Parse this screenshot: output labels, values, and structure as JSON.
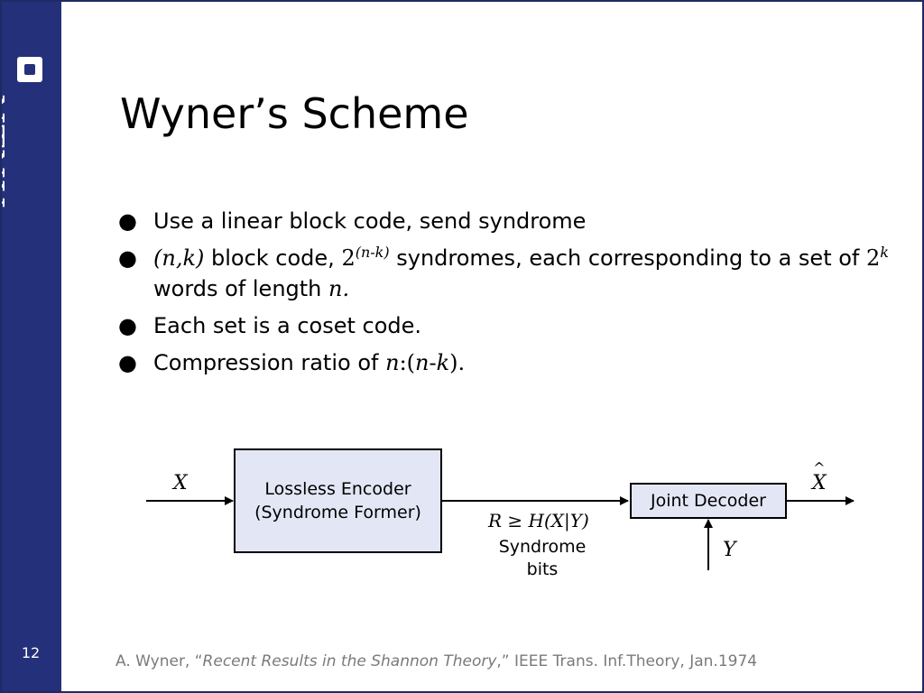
{
  "sidebar": {
    "logo_text": "NTNU",
    "page_number": "12"
  },
  "slide": {
    "title": "Wyner’s Scheme",
    "bullets": [
      {
        "text": "Use a linear block code, send syndrome"
      },
      {
        "parts": {
          "p1": "(n,k)",
          "p2": " block code, ",
          "p3": "2",
          "p4": "(n-k)",
          "p5": " syndromes, each corresponding to a set of ",
          "p6": "2",
          "p7": "k",
          "p8": " words of length ",
          "p9": "n."
        }
      },
      {
        "text": "Each set is a coset code."
      },
      {
        "parts": {
          "p1": "Compression ratio of ",
          "p2": "n",
          "p3": ":(",
          "p4": "n",
          "p5": "-",
          "p6": "k",
          "p7": ")."
        }
      }
    ],
    "bullet_symbol": "●"
  },
  "diagram": {
    "encoder": {
      "line1": "Lossless Encoder",
      "line2": "(Syndrome Former)"
    },
    "decoder": {
      "label": "Joint Decoder"
    },
    "input_label": "X",
    "output_label": "X",
    "output_hat": "^",
    "side_info_label": "Y",
    "rate_label": "R ≥ H(X|Y)",
    "syndrome_line1": "Syndrome",
    "syndrome_line2": "bits"
  },
  "footer": {
    "prefix": "A. Wyner, “",
    "title": "Recent Results in the Shannon Theory",
    "suffix": ",” IEEE Trans. Inf.Theory, Jan.1974"
  },
  "colors": {
    "sidebar": "#25307a",
    "box_fill": "#e3e7f5",
    "footer_text": "#7a7a7a"
  }
}
